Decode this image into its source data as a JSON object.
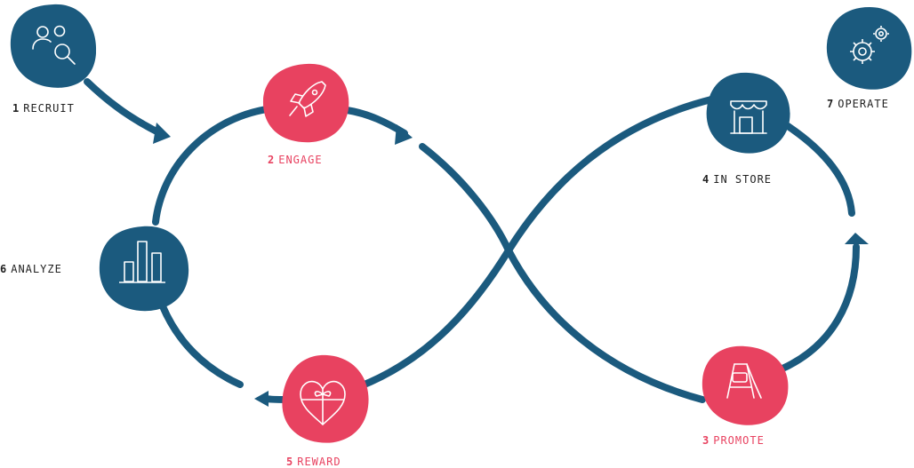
{
  "colors": {
    "blue": "#1b5a7e",
    "pink": "#e84260",
    "text_dark": "#222222",
    "text_pink": "#e84260",
    "white": "#ffffff"
  },
  "steps": [
    {
      "num": "1",
      "label": "RECRUIT",
      "icon": "people-search-icon",
      "color": "blue"
    },
    {
      "num": "2",
      "label": "ENGAGE",
      "icon": "rocket-icon",
      "color": "pink"
    },
    {
      "num": "3",
      "label": "PROMOTE",
      "icon": "sandwich-board-icon",
      "color": "pink"
    },
    {
      "num": "4",
      "label": "IN STORE",
      "icon": "storefront-icon",
      "color": "blue"
    },
    {
      "num": "5",
      "label": "REWARD",
      "icon": "gift-heart-icon",
      "color": "pink"
    },
    {
      "num": "6",
      "label": "ANALYZE",
      "icon": "bar-chart-icon",
      "color": "blue"
    },
    {
      "num": "7",
      "label": "OPERATE",
      "icon": "gears-icon",
      "color": "blue"
    }
  ]
}
